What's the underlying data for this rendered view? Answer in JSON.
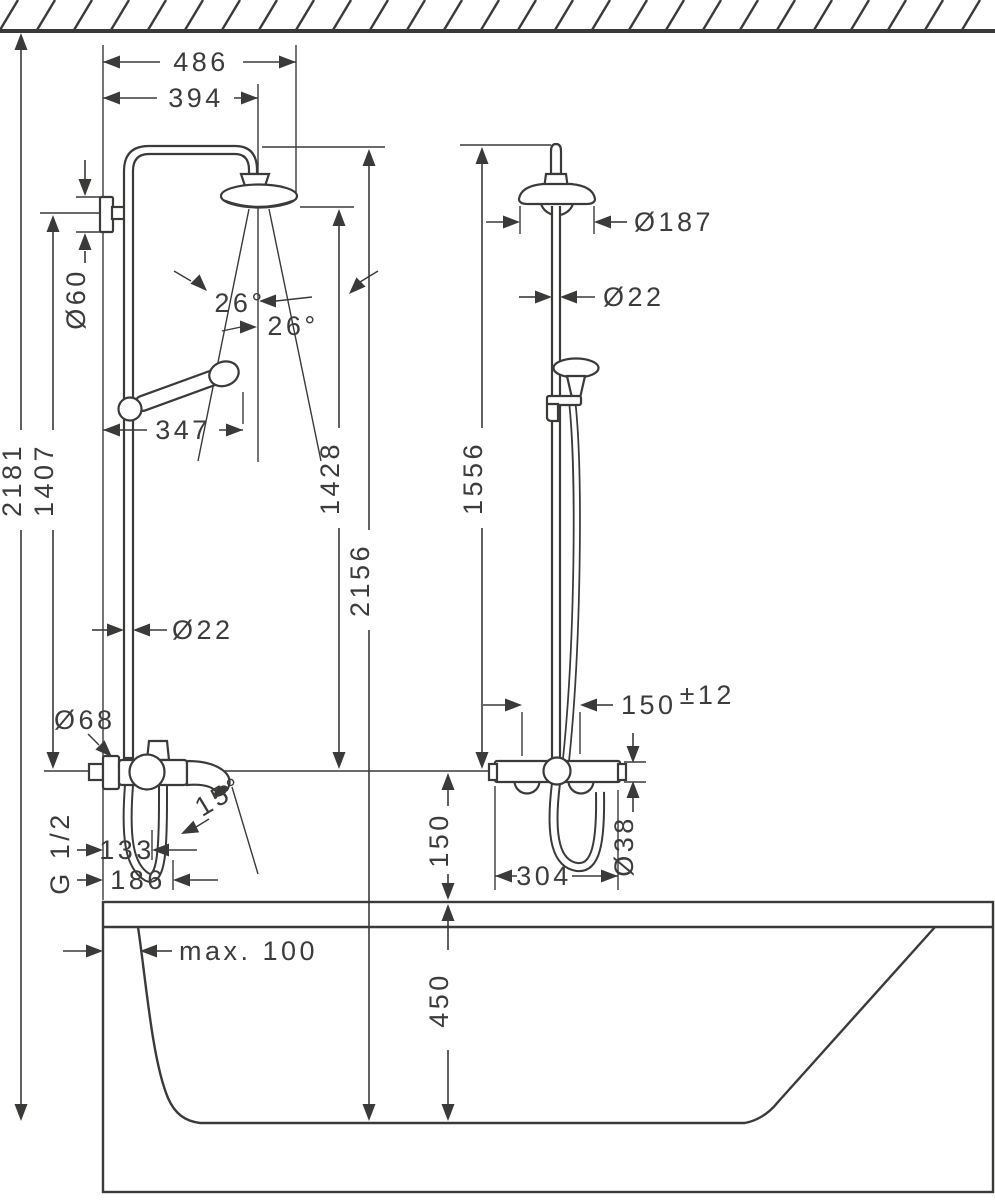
{
  "dims": {
    "front": {
      "arm_reach_outer": "486",
      "arm_reach_center": "394",
      "overall_height": "2181",
      "bracket_height": "1407",
      "head_underside_height": "1428",
      "pipe_top_height": "2156",
      "wall_disc_dia": "Ø60",
      "pipe_dia": "Ø22",
      "handshower_length": "347",
      "escutcheon_dia": "Ø68",
      "thread_size": "G 1/2",
      "spout_reach_inner": "133",
      "spout_reach_outer": "186",
      "spout_angle": "15°",
      "spray_angle_left": "26°",
      "spray_angle_right": "26°"
    },
    "side": {
      "pipe_top_height": "1556",
      "head_dia": "Ø187",
      "pipe_dia": "Ø22",
      "connection_offset": "150",
      "connection_offset_tolerance": "±12",
      "valve_width": "304",
      "valve_body_dia": "Ø38"
    },
    "tub": {
      "valve_above_rim": "150",
      "tub_height": "450",
      "max_rim_width": "max. 100"
    }
  }
}
